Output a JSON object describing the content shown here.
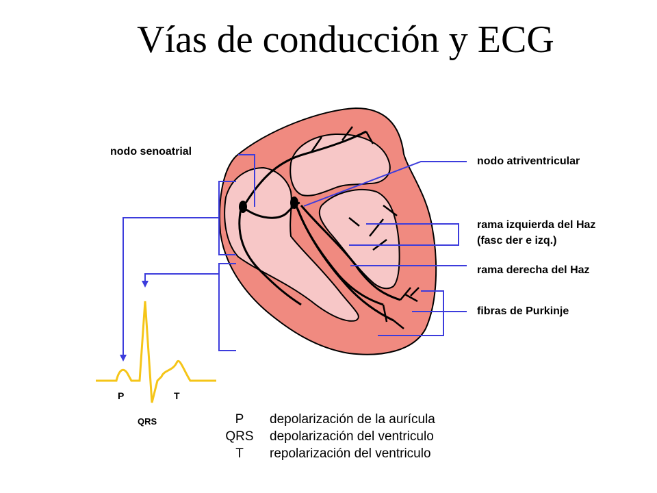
{
  "title": "Vías de conducción y ECG",
  "labels": {
    "sa_node": "nodo senoatrial",
    "av_node": "nodo atriventricular",
    "left_bundle_1": "rama izquierda del Haz",
    "left_bundle_2": "(fasc der e izq.)",
    "right_bundle": "rama derecha del Haz",
    "purkinje": "fibras de Purkinje"
  },
  "ecg": {
    "p": "P",
    "t": "T",
    "qrs": "QRS"
  },
  "legend": [
    {
      "key": "P",
      "desc": "depolarización de la aurícula"
    },
    {
      "key": "QRS",
      "desc": "depolarización del ventriculo"
    },
    {
      "key": "T",
      "desc": "repolarización del ventriculo"
    }
  ],
  "colors": {
    "heart_outer": "#f08a80",
    "heart_inner": "#f7c7c7",
    "pointer_line": "#3c3cdc",
    "ecg_trace": "#f5c518"
  }
}
